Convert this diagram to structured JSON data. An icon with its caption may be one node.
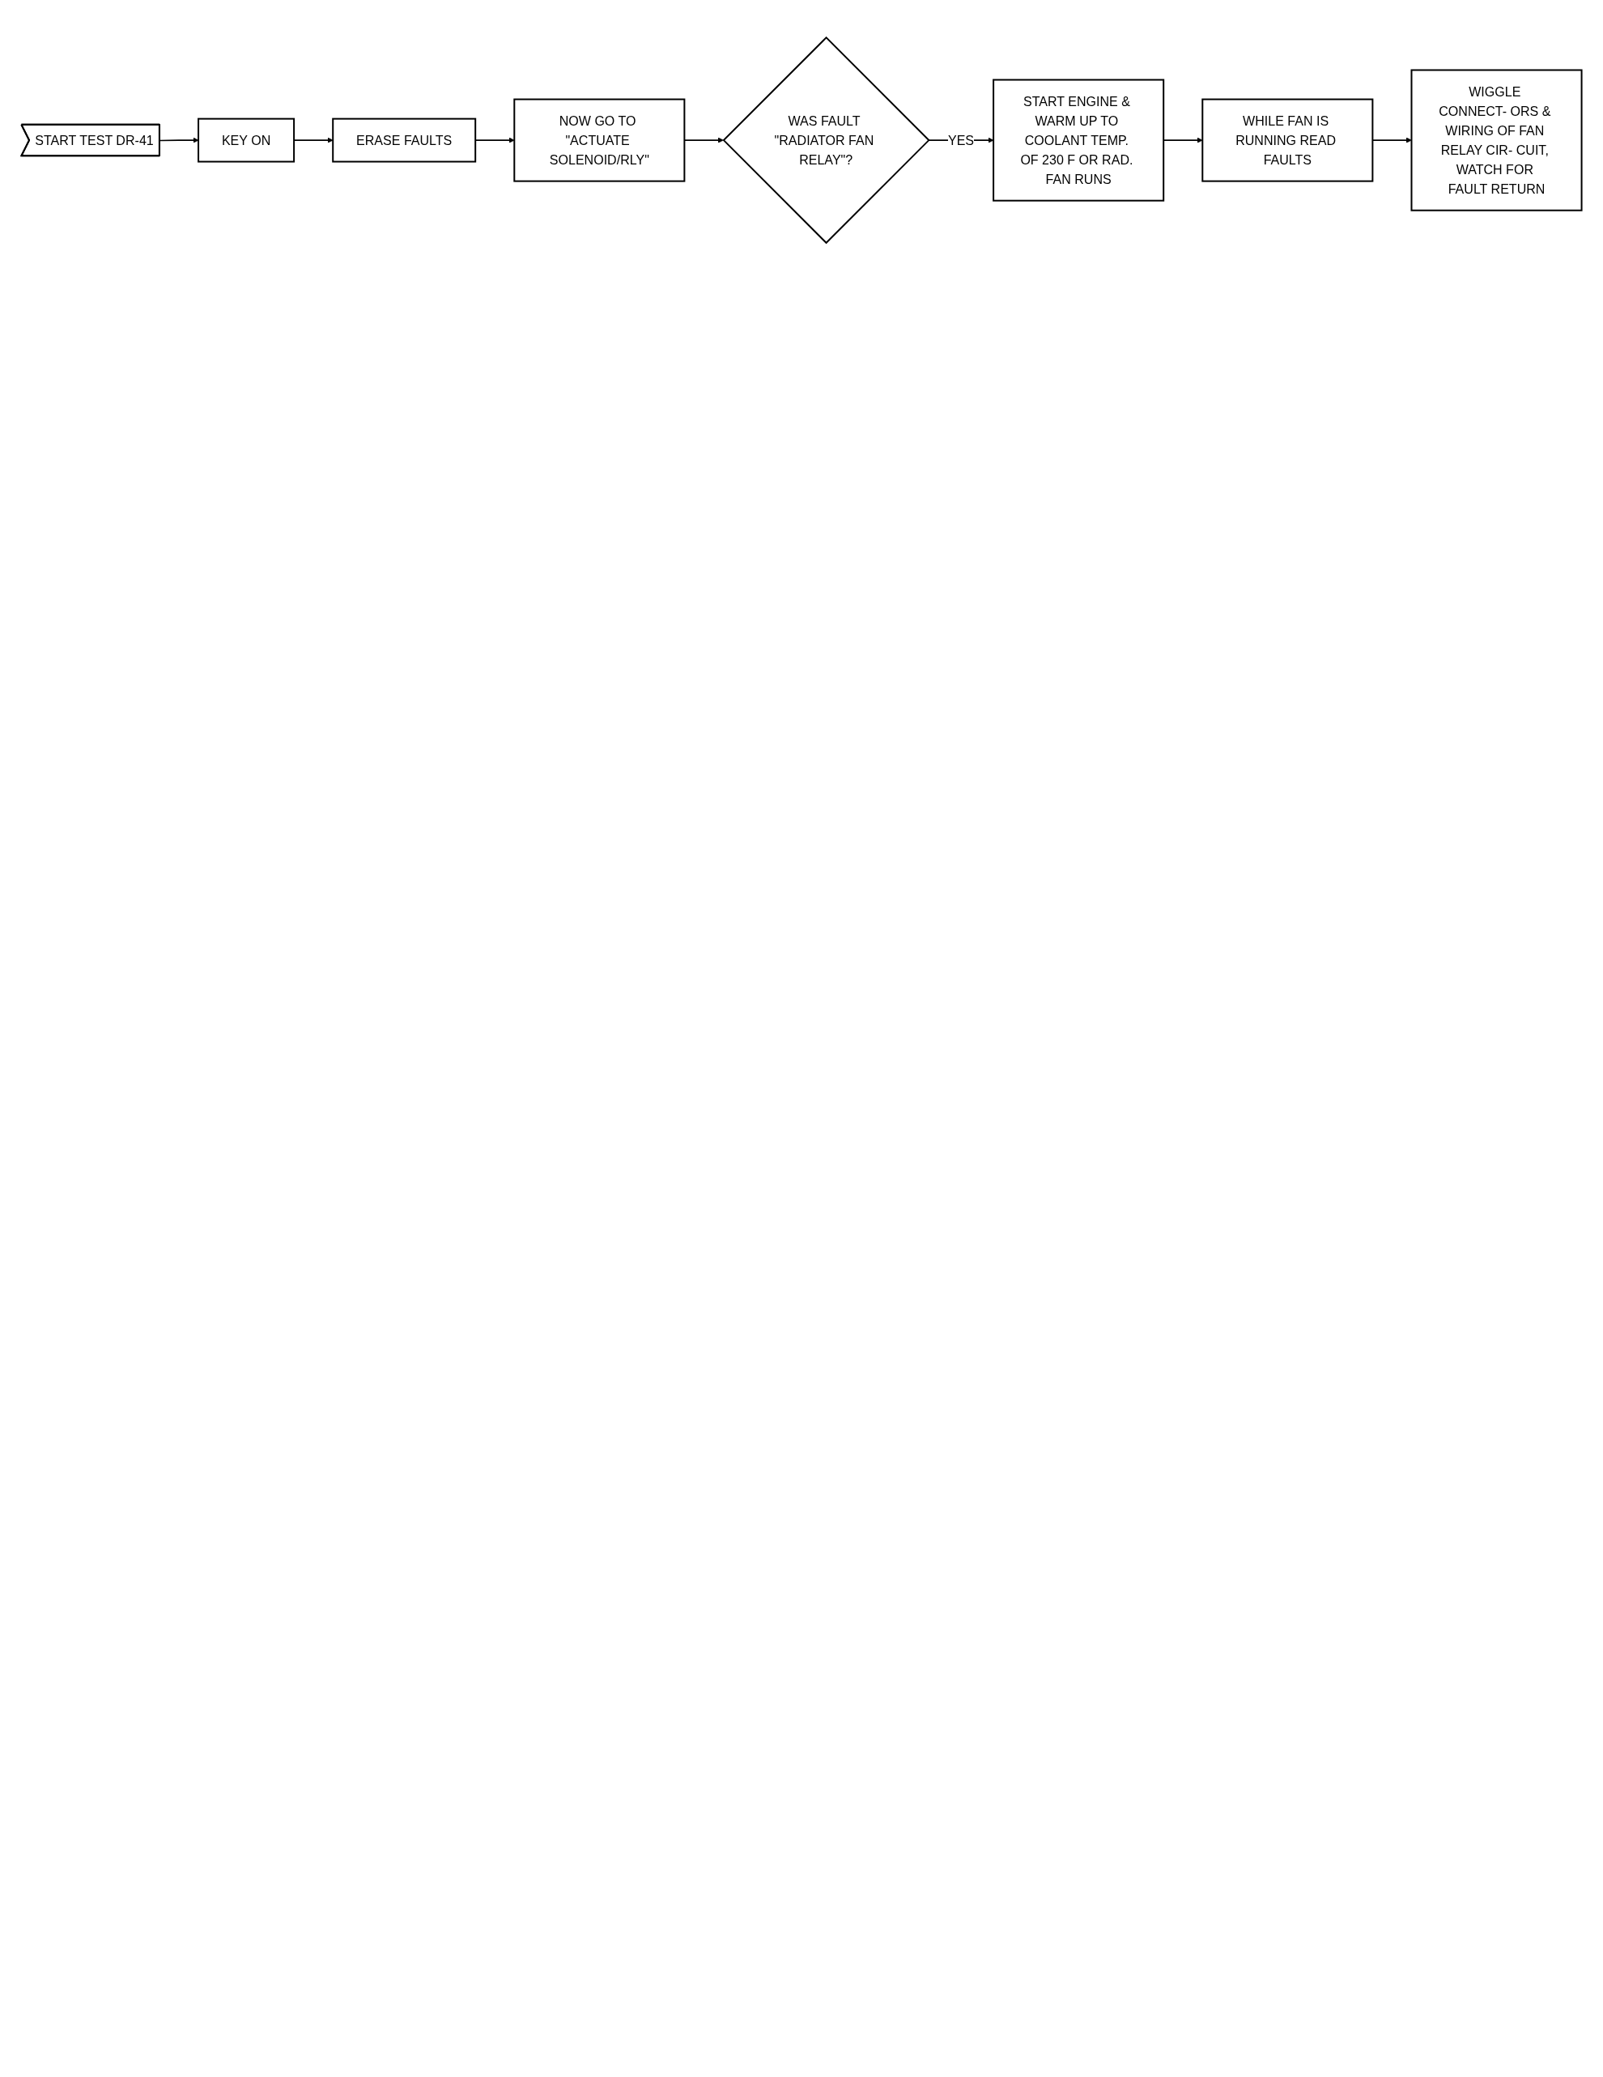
{
  "diagram": {
    "nodes": [
      {
        "text": [
          "START TEST DR-41"
        ]
      },
      {
        "text": [
          "KEY ON"
        ]
      },
      {
        "text": [
          "ERASE FAULTS"
        ]
      },
      {
        "text": [
          "NOW GO TO \"ACTUATE SOLENOID/RLY\""
        ]
      },
      {
        "text": [
          "WIGGLE CONNECT- ORS & WIRING OF FAN RELAY CIR- CUIT, WATCH FOR FAULT RETURN"
        ]
      },
      {
        "text": [
          "WHILE FAN IS RUNNING READ FAULTS"
        ]
      },
      {
        "text": [
          "START ENGINE & WARM UP TO COOLANT TEMP. OF 230 F OR RAD. FAN RUNS"
        ]
      },
      {
        "text": [
          "WAS FAULT \"RADIATOR FAN RELAY\"?"
        ]
      }
    ],
    "edges": [
      {
        "from": 0,
        "to": 1,
        "arrow": "to"
      },
      {
        "from": 1,
        "to": 2,
        "arrow": "to"
      },
      {
        "from": 2,
        "to": 3,
        "arrow": "to"
      },
      {
        "from": 3,
        "to": 7,
        "arrow": "to"
      },
      {
        "from": 7,
        "to": 6,
        "label": "YES",
        "arrow": "to"
      },
      {
        "from": 6,
        "to": 5,
        "arrow": "to"
      },
      {
        "from": 5,
        "to": 4,
        "arrow": "to"
      }
    ]
  }
}
